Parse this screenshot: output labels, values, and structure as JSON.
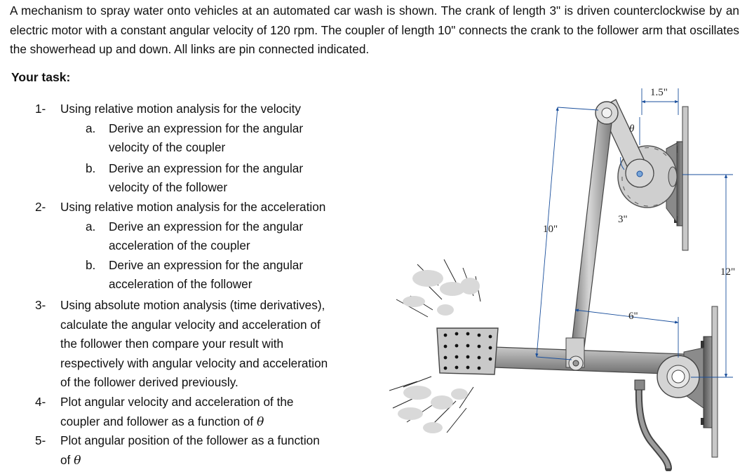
{
  "problem": {
    "intro": "A mechanism to spray water onto vehicles at an automated car wash is shown. The crank of length 3\" is driven counterclockwise by an electric motor with a constant angular velocity of 120 rpm. The coupler of length 10\" connects the crank to the follower arm that oscillates the showerhead up and down. All links are pin connected indicated."
  },
  "task_heading": "Your task:",
  "tasks": [
    {
      "num": "1-",
      "lines": [
        "Using relative motion analysis for the velocity"
      ],
      "sub": [
        {
          "letter": "a.",
          "lines": [
            "Derive an expression for the angular",
            "velocity of the coupler"
          ]
        },
        {
          "letter": "b.",
          "lines": [
            "Derive an expression for the angular",
            "velocity of the follower"
          ]
        }
      ]
    },
    {
      "num": "2-",
      "lines": [
        "Using relative motion analysis for the acceleration"
      ],
      "sub": [
        {
          "letter": "a.",
          "lines": [
            "Derive an expression for the angular",
            "acceleration of the coupler"
          ]
        },
        {
          "letter": "b.",
          "lines": [
            "Derive an expression for the angular",
            "acceleration of the follower"
          ]
        }
      ]
    },
    {
      "num": "3-",
      "lines": [
        "Using absolute motion analysis (time derivatives),",
        "calculate the angular velocity and acceleration of",
        "the follower then compare your result with",
        "respectively with angular velocity and acceleration",
        "of the follower derived previously."
      ]
    },
    {
      "num": "4-",
      "lines": [
        "Plot angular velocity and acceleration of the",
        "coupler and follower as a function of "
      ],
      "theta": "θ"
    },
    {
      "num": "5-",
      "lines": [
        "Plot angular position of the follower as a function",
        "of "
      ],
      "theta": "θ"
    }
  ],
  "figure": {
    "dim_1_5": "1.5\"",
    "theta": "θ",
    "dim_3": "3\"",
    "dim_10": "10\"",
    "dim_6": "6\"",
    "dim_12": "12\""
  }
}
